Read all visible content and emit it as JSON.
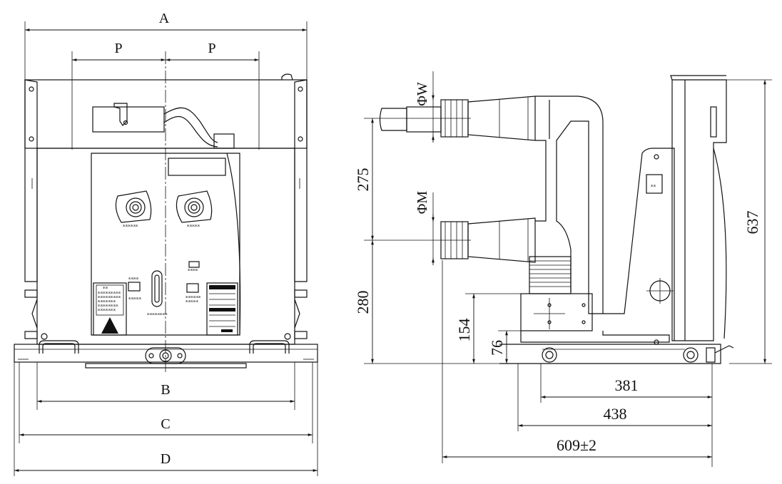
{
  "front_view": {
    "dimension_letters": {
      "A": "A",
      "P_left": "P",
      "P_right": "P",
      "B": "B",
      "C": "C",
      "D": "D"
    }
  },
  "side_view": {
    "dimensions": {
      "d275": "275",
      "d280": "280",
      "d154": "154",
      "d76": "76",
      "d637": "637",
      "d381": "381",
      "d438": "438",
      "d609": "609±2"
    },
    "diameter_labels": {
      "upper": "ΦW",
      "lower": "ΦM"
    }
  },
  "colors": {
    "line": "#111111",
    "background": "#ffffff"
  }
}
